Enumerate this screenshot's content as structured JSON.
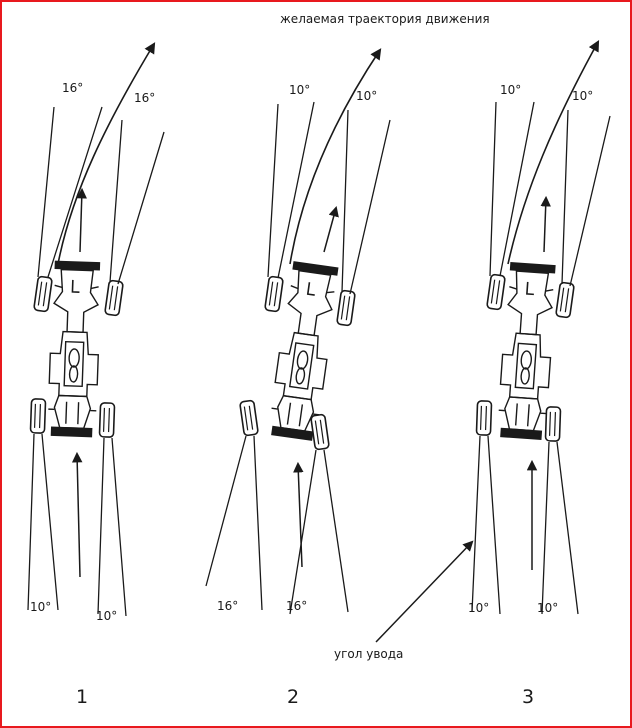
{
  "annotations": {
    "desired_trajectory": "желаемая траектория движения",
    "slip_angle": "угол увода"
  },
  "diagrams": [
    {
      "number": "1",
      "front_left": "16°",
      "front_right": "16°",
      "rear_left": "10°",
      "rear_right": "10°"
    },
    {
      "number": "2",
      "front_left": "10°",
      "front_right": "10°",
      "rear_left": "16°",
      "rear_right": "16°"
    },
    {
      "number": "3",
      "front_left": "10°",
      "front_right": "10°",
      "rear_left": "10°",
      "rear_right": "10°"
    }
  ],
  "colors": {
    "border": "#e8191e",
    "ink": "#1a1a1a"
  }
}
